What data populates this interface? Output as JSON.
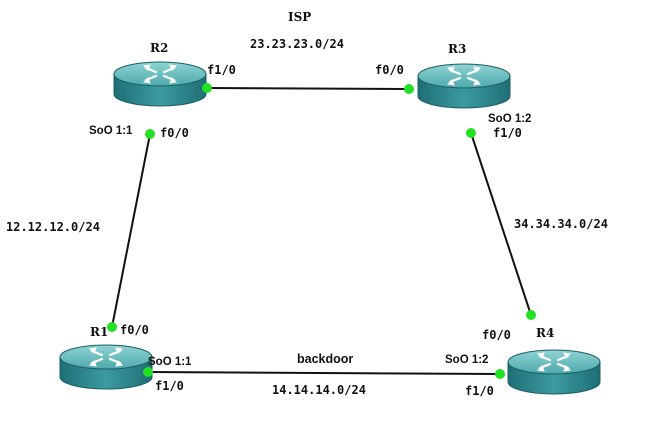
{
  "diagram": {
    "title": "ISP",
    "routers": [
      {
        "id": "r2",
        "name": "R2"
      },
      {
        "id": "r3",
        "name": "R3"
      },
      {
        "id": "r1",
        "name": "R1"
      },
      {
        "id": "r4",
        "name": "R4"
      }
    ],
    "links": [
      {
        "id": "r2-r3",
        "subnet": "23.23.23.0/24"
      },
      {
        "id": "r3-r4",
        "subnet": "34.34.34.0/24"
      },
      {
        "id": "r1-r2",
        "subnet": "12.12.12.0/24"
      },
      {
        "id": "r1-r4",
        "subnet": "14.14.14.0/24",
        "label": "backdoor"
      }
    ],
    "interfaces": {
      "r2_f10": "f1/0",
      "r2_f00": "f0/0",
      "r2_soo": "SoO 1:1",
      "r3_f00": "f0/0",
      "r3_f10": "f1/0",
      "r3_soo": "SoO 1:2",
      "r1_f00": "f0/0",
      "r1_f10": "f1/0",
      "r1_soo": "SoO 1:1",
      "r4_f00": "f0/0",
      "r4_f10": "f1/0",
      "r4_soo": "SoO 1:2"
    },
    "colors": {
      "router_top": "#5fb7b9",
      "router_side": "#2c7f86",
      "link": "#111111",
      "port_dot": "#22e022"
    }
  }
}
